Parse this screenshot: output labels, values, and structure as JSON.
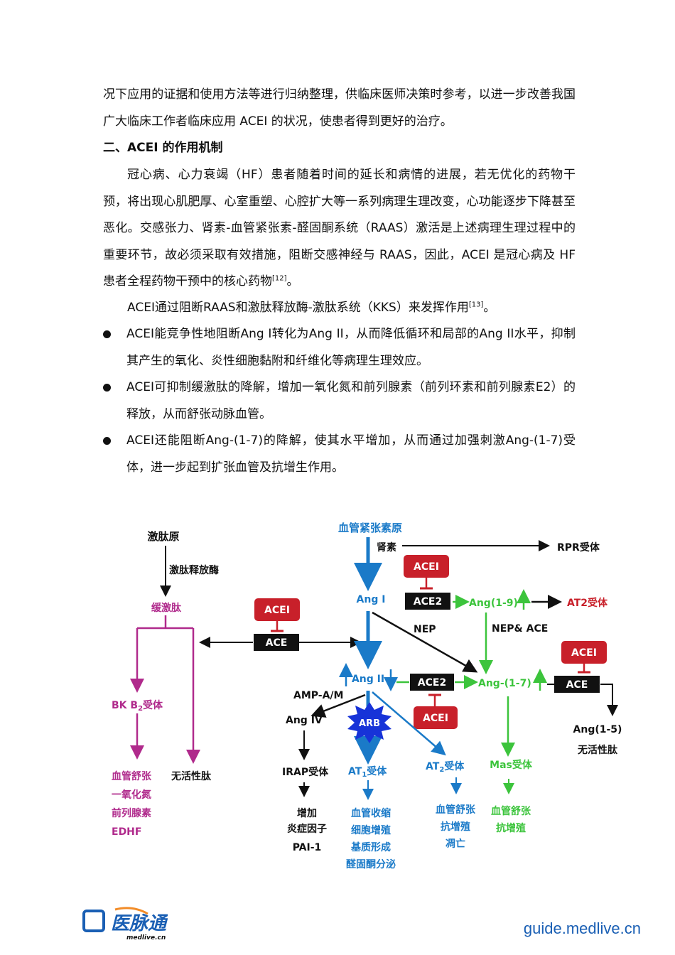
{
  "paragraphs": {
    "p1": "况下应用的证据和使用方法等进行归纳整理，供临床医师决策时参考，以进一步改善我国广大临床工作者临床应用 ACEI 的状况，使患者得到更好的治疗。",
    "heading": "二、ACEI 的作用机制",
    "p2": "冠心病、心力衰竭（HF）患者随着时间的延长和病情的进展，若无优化的药物干预，将出现心肌肥厚、心室重塑、心腔扩大等一系列病理生理改变，心功能逐步下降甚至恶化。交感张力、肾素-血管紧张素-醛固酮系统（RAAS）激活是上述病理生理过程中的重要环节，故必须采取有效措施，阻断交感神经与 RAAS，因此，ACEI 是冠心病及 HF 患者全程药物干预中的核心药物",
    "p2_ref": "[12]",
    "p2_end": "。",
    "p3": "ACEI通过阻断RAAS和激肽释放酶-激肽系统（KKS）来发挥作用",
    "p3_ref": "[13]",
    "p3_end": "。"
  },
  "bullets": [
    "ACEI能竞争性地阻断Ang I转化为Ang II，从而降低循环和局部的Ang II水平，抑制其产生的氧化、炎性细胞黏附和纤维化等病理生理效应。",
    "ACEI可抑制缓激肽的降解，增加一氧化氮和前列腺素（前列环素和前列腺素E2）的释放，从而舒张动脉血管。",
    "ACEI还能阻断Ang-(1-7)的降解，使其水平增加，从而通过加强刺激Ang-(1-7)受体，进一步起到扩张血管及抗增生作用。"
  ],
  "diagram": {
    "kininogen": "激肽原",
    "kallikrein": "激肽释放酶",
    "bradykinin": "缓激肽",
    "bk_receptor": "BK B",
    "bk_receptor_sub": "2",
    "bk_receptor_suffix": "受体",
    "bk_effects": [
      "血管舒张",
      "一氧化氮",
      "前列腺素",
      "EDHF"
    ],
    "inactive_peptide_left": "无活性肽",
    "angiotensinogen": "血管紧张素原",
    "renin": "肾素",
    "rpr_receptor": "RPR受体",
    "acei": "ACEI",
    "ace": "ACE",
    "ace2": "ACE2",
    "ang1": "Ang I",
    "ang1_9": "Ang(1-9)",
    "at2_receptor_red": "AT2受体",
    "nep": "NEP",
    "nep_ace": "NEP& ACE",
    "ang2": "Ang II",
    "ang1_7": "Ang-(1-7)",
    "amp": "AMP-A/M",
    "ang4": "Ang IV",
    "arb": "ARB",
    "irap_receptor": "IRAP受体",
    "irap_effects": [
      "增加",
      "炎症因子",
      "PAI-1"
    ],
    "at1_receptor": "AT",
    "at1_sub": "1",
    "at1_suffix": "受体",
    "at1_effects": [
      "血管收缩",
      "细胞增殖",
      "基质形成",
      "醛固酮分泌"
    ],
    "at2_receptor": "AT",
    "at2_sub": "2",
    "at2_suffix": "受体",
    "at2_effects": [
      "血管舒张",
      "抗增殖",
      "凋亡"
    ],
    "mas_receptor": "Mas受体",
    "mas_effects": [
      "血管舒张",
      "抗增殖"
    ],
    "ang1_5": "Ang(1-5)",
    "inactive_peptide_right": "无活性肽"
  },
  "colors": {
    "blue": "#1a7ac8",
    "green": "#3cc43c",
    "red": "#c8202a",
    "magenta": "#b02a8c",
    "black": "#111111"
  },
  "footer": {
    "logo_text": "医脉通",
    "logo_sub": "medlive.cn",
    "url": "guide.medlive.cn"
  }
}
